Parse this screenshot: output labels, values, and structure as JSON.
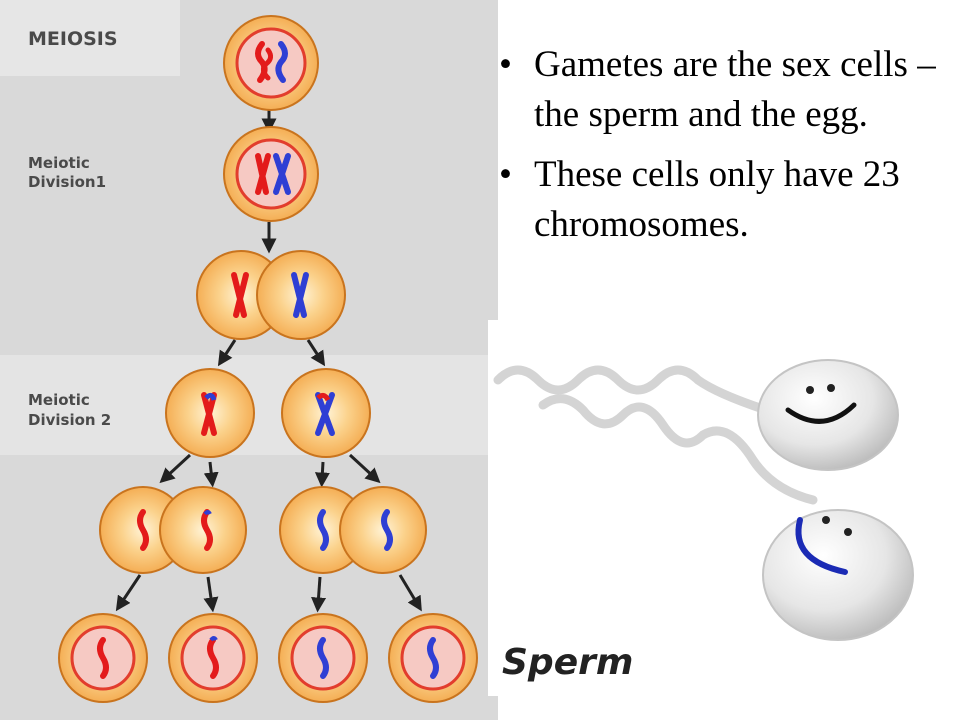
{
  "meiosis_figure": {
    "title": "MEIOSIS",
    "stage1_label_lines": [
      "Meiotic",
      "Division1"
    ],
    "stage2_label_lines": [
      "Meiotic",
      "Division 2"
    ]
  },
  "bullets": [
    {
      "text": "Gametes are the sex cells – the sperm and the egg."
    },
    {
      "text": "These cells only have 23 chromosomes."
    }
  ],
  "sperm_image": {
    "caption": "Sperm"
  },
  "colors": {
    "cell_fill": "#f3a74a",
    "cell_stroke": "#c9741e",
    "nucleus_fill": "#f6c9c3",
    "nucleus_ring": "#e23d2d",
    "chrom_red": "#e31b1b",
    "chrom_blue": "#2f3fd4",
    "panel_gray": "#d9d9d9"
  }
}
